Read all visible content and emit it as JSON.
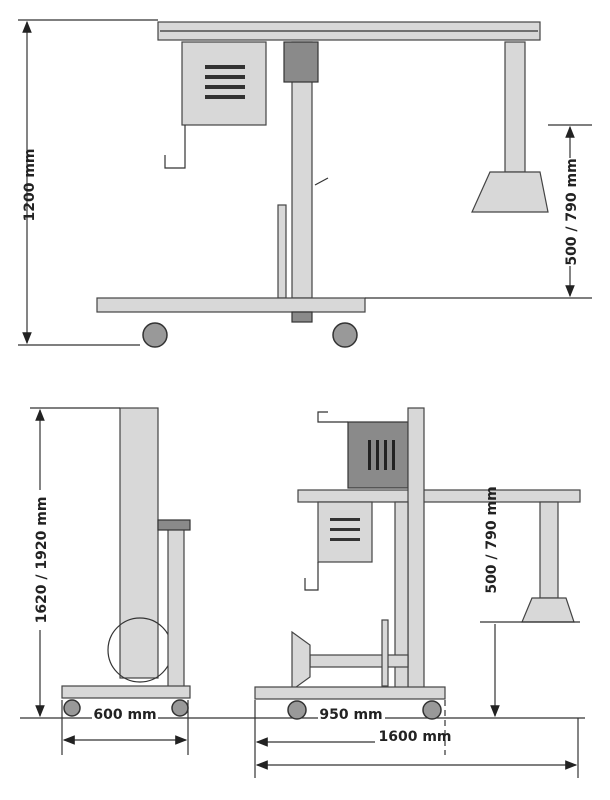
{
  "top_view": {
    "height_label": "1200 mm",
    "support_height_label": "500 / 790 mm"
  },
  "side_view": {
    "height_label": "1620 / 1920 mm",
    "width_label": "600 mm"
  },
  "front_view": {
    "base_length_label": "950 mm",
    "support_height_label": "500 / 790 mm",
    "total_length_label": "1600 mm"
  }
}
